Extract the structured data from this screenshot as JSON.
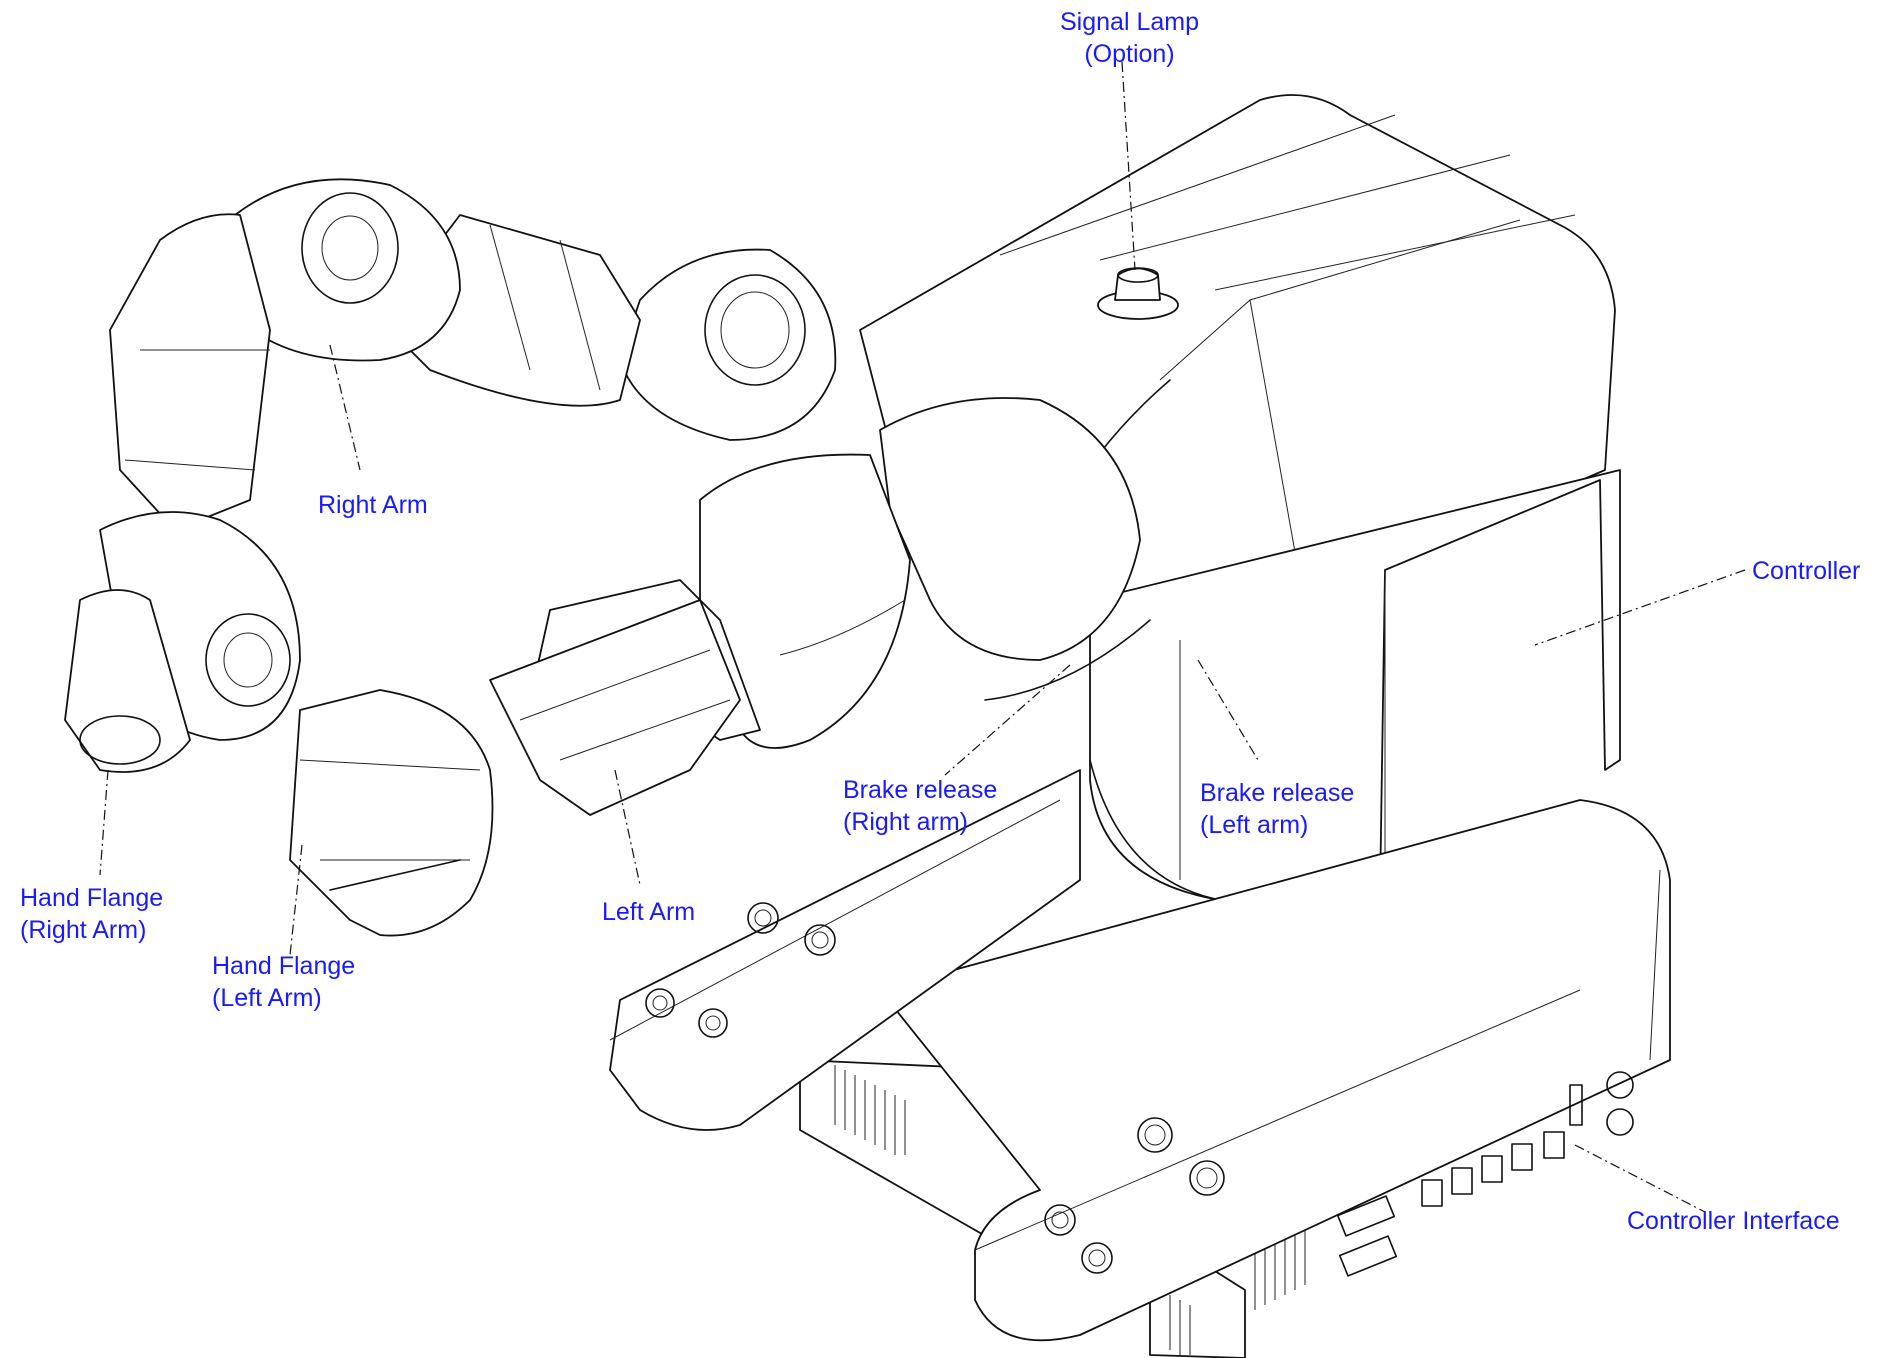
{
  "figure": {
    "labels": {
      "signal_lamp": [
        "Signal Lamp",
        "(Option)"
      ],
      "right_arm": [
        "Right Arm"
      ],
      "controller": [
        "Controller"
      ],
      "brake_release_right": [
        "Brake release",
        "(Right arm)"
      ],
      "brake_release_left": [
        "Brake release",
        "(Left arm)"
      ],
      "hand_flange_right": [
        "Hand Flange",
        "(Right Arm)"
      ],
      "hand_flange_left": [
        "Hand Flange",
        "(Left Arm)"
      ],
      "left_arm": [
        "Left Arm"
      ],
      "controller_interface": [
        "Controller Interface"
      ]
    },
    "colors": {
      "label": "#1a1aff",
      "line": "#111111",
      "background": "#ffffff"
    }
  }
}
